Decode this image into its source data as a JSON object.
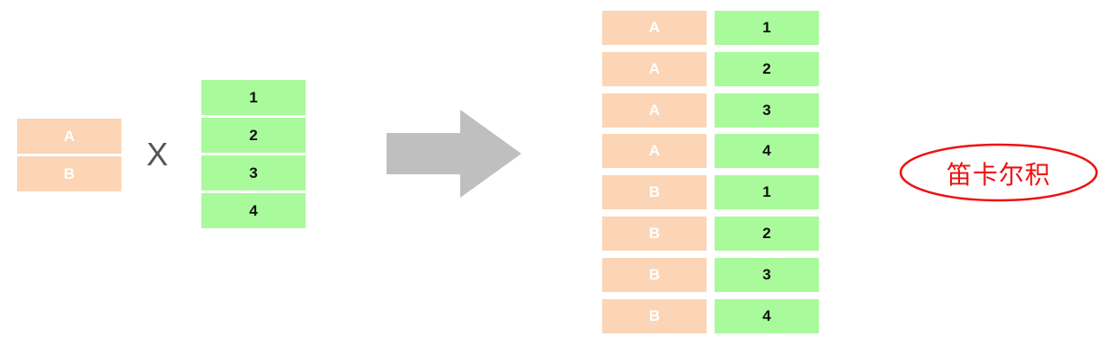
{
  "left_set": [
    "A",
    "B"
  ],
  "operator": "X",
  "right_set": [
    "1",
    "2",
    "3",
    "4"
  ],
  "result": [
    [
      "A",
      "1"
    ],
    [
      "A",
      "2"
    ],
    [
      "A",
      "3"
    ],
    [
      "A",
      "4"
    ],
    [
      "B",
      "1"
    ],
    [
      "B",
      "2"
    ],
    [
      "B",
      "3"
    ],
    [
      "B",
      "4"
    ]
  ],
  "label": "笛卡尔积",
  "colors": {
    "peach": "#fbd5b5",
    "green": "#a9fa9b",
    "arrow": "#bfbfbf",
    "label": "#ee1111"
  }
}
